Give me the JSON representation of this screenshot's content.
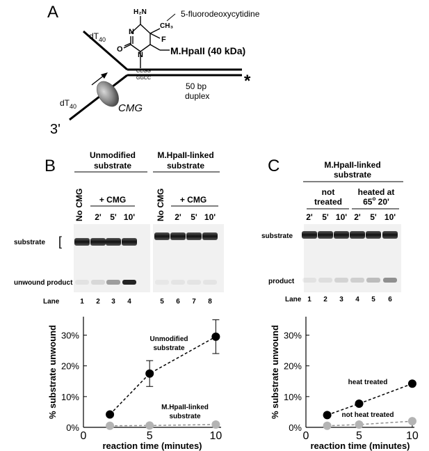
{
  "panels": {
    "a": "A",
    "b": "B",
    "c": "C"
  },
  "panel_a": {
    "nucleotide": "5-fluorodeoxycytidine",
    "amine_h2n": "H₂N",
    "methyl": "CH₃",
    "fluorine": "F",
    "ring_n_top": "N",
    "ring_n_bottom": "N",
    "carbonyl_o": "O",
    "protein": "M.HpaII (40 kDa)",
    "dt40_top": "dT",
    "dt40_top_sub": "40",
    "dt40_bottom": "dT",
    "dt40_bottom_sub": "40",
    "helicase": "CMG",
    "end_label": "3'",
    "seq_top": "CCGG",
    "seq_bottom": "GGCC",
    "duplex_line1": "50 bp",
    "duplex_line2": "duplex",
    "asterisk": "*"
  },
  "panel_b": {
    "group1_line1": "Unmodified",
    "group1_line2": "substrate",
    "group2_line1": "M.HpaII-linked",
    "group2_line2": "substrate",
    "no_cmg_1": "No CMG",
    "no_cmg_2": "No CMG",
    "plus_cmg_1": "+ CMG",
    "plus_cmg_2": "+ CMG",
    "times": [
      "2'",
      "5'",
      "10'",
      "2'",
      "5'",
      "10'"
    ],
    "row_substrate": "substrate",
    "row_product": "unwound product",
    "lane_label": "Lane",
    "lanes": [
      "1",
      "2",
      "3",
      "4",
      "5",
      "6",
      "7",
      "8"
    ]
  },
  "panel_c": {
    "title_line1": "M.HpaII-linked",
    "title_line2": "substrate",
    "sub1_line1": "not",
    "sub1_line2": "treated",
    "sub2_line1": "heated at",
    "sub2_line2": "65",
    "sub2_deg": "o",
    "sub2_line2b": " 20'",
    "times": [
      "2'",
      "5'",
      "10'",
      "2'",
      "5'",
      "10'"
    ],
    "row_substrate": "substrate",
    "row_product": "product",
    "lane_label": "Lane",
    "lanes": [
      "1",
      "2",
      "3",
      "4",
      "5",
      "6"
    ]
  },
  "chart_data": [
    {
      "type": "scatter",
      "panel": "B",
      "xlabel": "reaction time (minutes)",
      "ylabel": "% substrate unwound",
      "xlim": [
        0,
        10.4
      ],
      "ylim": [
        0,
        36
      ],
      "xticks": [
        "0",
        "5",
        "10"
      ],
      "yticks": [
        "0%",
        "10%",
        "20%",
        "30%"
      ],
      "tick_x_values": [
        0,
        5,
        10
      ],
      "tick_y_values": [
        0,
        10,
        20,
        30
      ],
      "series": [
        {
          "name": "Unmodified substrate",
          "name_line1": "Unmodified",
          "name_line2": "substrate",
          "color": "#000000",
          "x": [
            2,
            5,
            10
          ],
          "y": [
            4.2,
            17.5,
            29.5
          ],
          "err": [
            0,
            4.2,
            5.5
          ]
        },
        {
          "name": "M.HpaII-linked substrate",
          "name_line1": "M.HpaII-linked",
          "name_line2": "substrate",
          "color": "#b4b4b4",
          "x": [
            2,
            5,
            10
          ],
          "y": [
            0.5,
            0.6,
            0.9
          ],
          "err": [
            0,
            0,
            0
          ]
        }
      ]
    },
    {
      "type": "scatter",
      "panel": "C",
      "xlabel": "reaction time (minutes)",
      "ylabel": "% substrate unwound",
      "xlim": [
        0,
        10.2
      ],
      "ylim": [
        0,
        36
      ],
      "xticks": [
        "0",
        "5",
        "10"
      ],
      "yticks": [
        "0%",
        "10%",
        "20%",
        "30%"
      ],
      "tick_x_values": [
        0,
        5,
        10
      ],
      "tick_y_values": [
        0,
        10,
        20,
        30
      ],
      "series": [
        {
          "name": "heat treated",
          "name_line1": "heat treated",
          "name_line2": "",
          "color": "#000000",
          "x": [
            2,
            5,
            10
          ],
          "y": [
            4.0,
            7.7,
            14.2
          ],
          "err": [
            0,
            0,
            0
          ]
        },
        {
          "name": "not heat treated",
          "name_line1": "not heat treated",
          "name_line2": "",
          "color": "#b4b4b4",
          "x": [
            2,
            5,
            10
          ],
          "y": [
            0.5,
            0.9,
            2.0
          ],
          "err": [
            0,
            0,
            0
          ]
        }
      ]
    }
  ]
}
